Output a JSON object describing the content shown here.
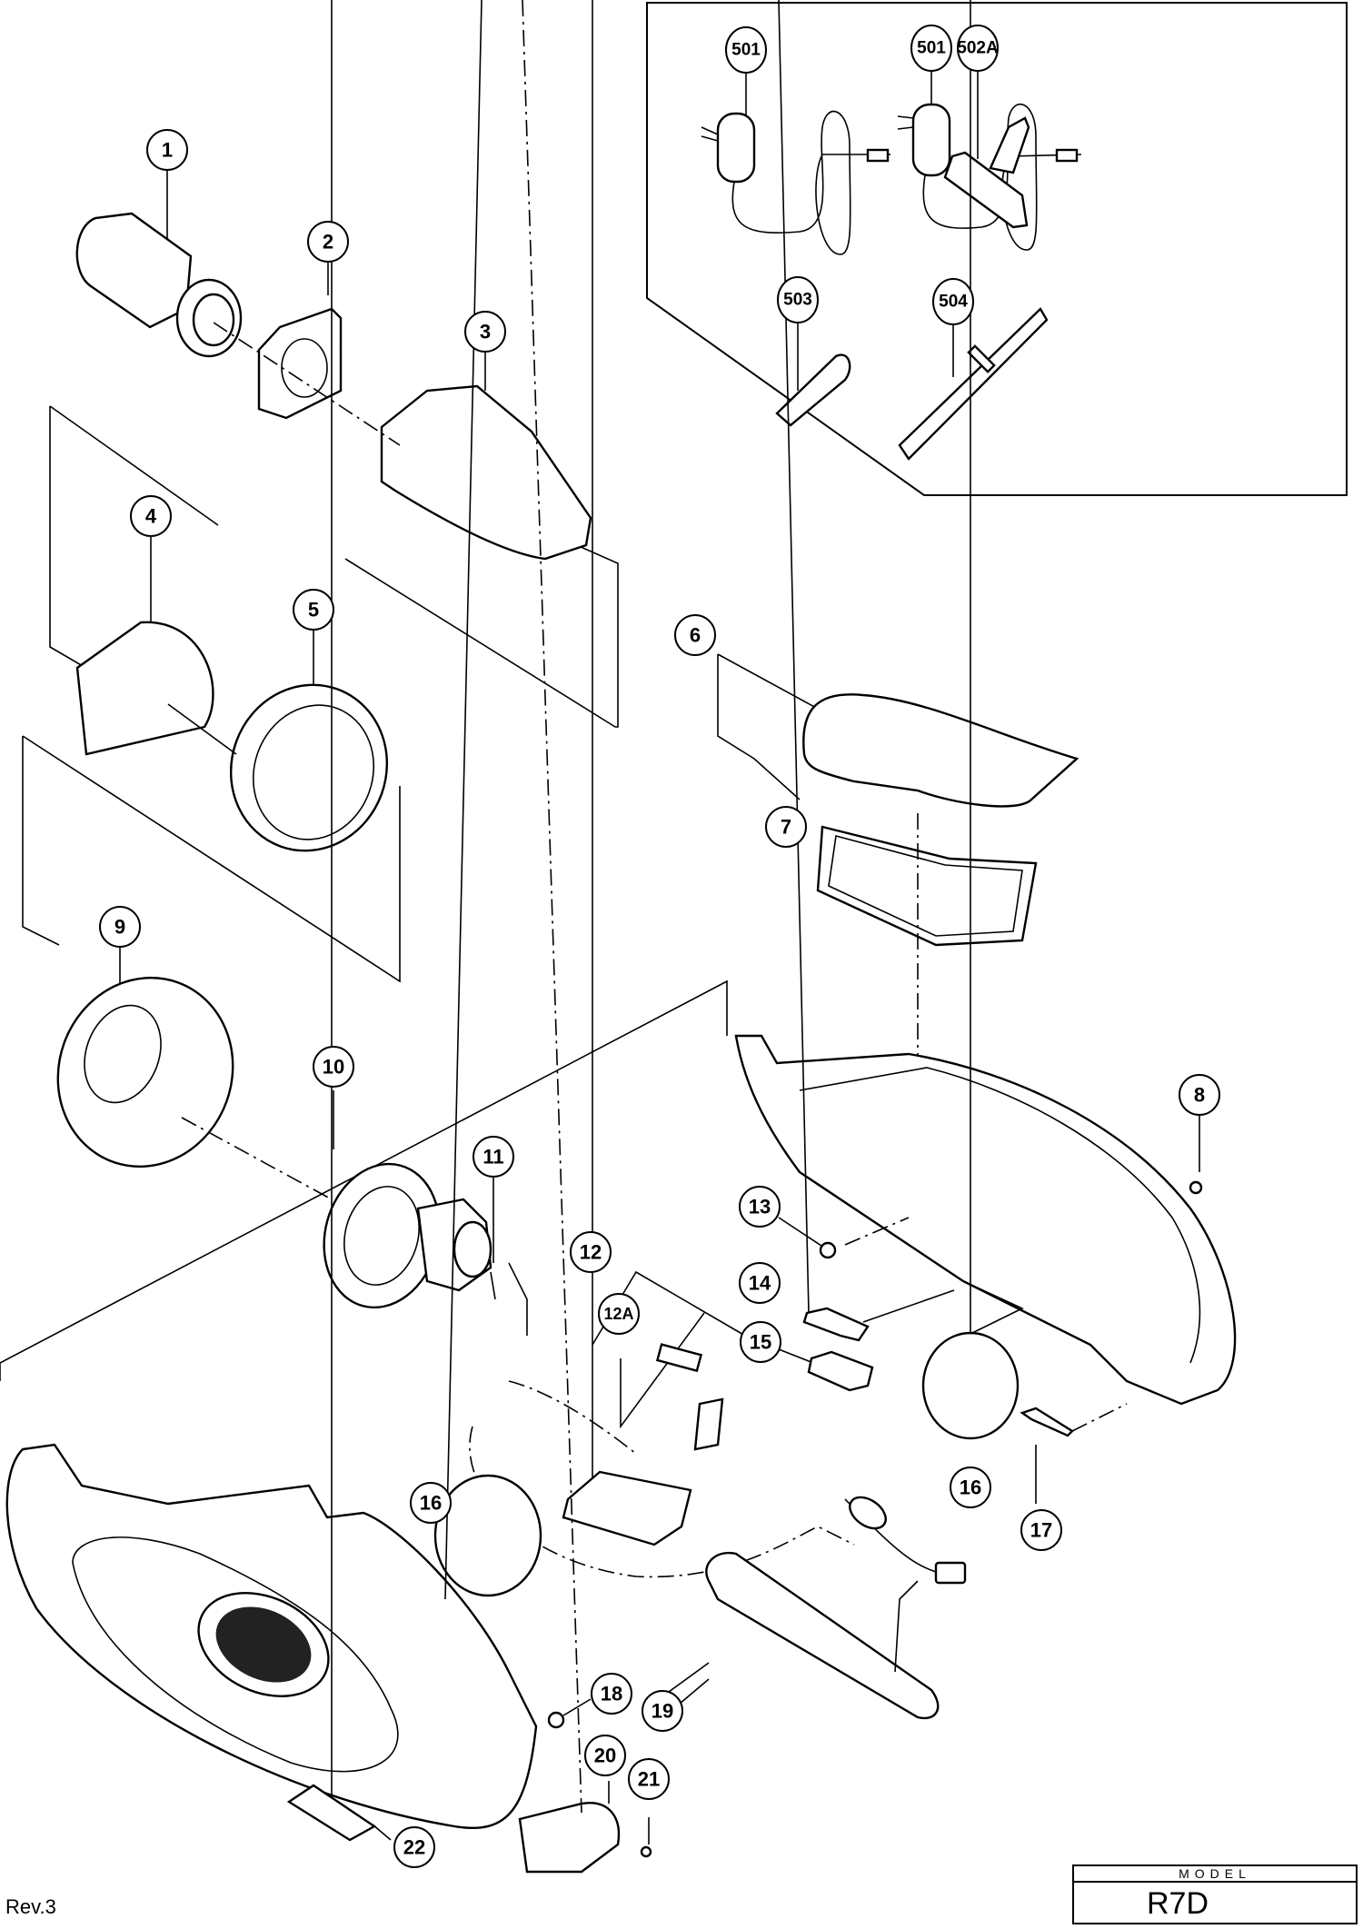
{
  "document": {
    "type": "exploded parts diagram",
    "revision": "Rev.3",
    "model_label": "MODEL",
    "model_value": "R7D"
  },
  "callouts": {
    "p1": "1",
    "p2": "2",
    "p3": "3",
    "p4": "4",
    "p5": "5",
    "p6": "6",
    "p7": "7",
    "p8": "8",
    "p9": "9",
    "p10": "10",
    "p11": "11",
    "p12": "12",
    "p12a": "12A",
    "p13": "13",
    "p14": "14",
    "p15": "15",
    "p16a": "16",
    "p16b": "16",
    "p17": "17",
    "p18": "18",
    "p19": "19",
    "p20": "20",
    "p21": "21",
    "p22": "22",
    "p501a": "501",
    "p501b": "501",
    "p502a": "502A",
    "p503": "503",
    "p504": "504"
  },
  "accessory_box": {
    "items": [
      "501",
      "501",
      "502A",
      "503",
      "504"
    ]
  }
}
